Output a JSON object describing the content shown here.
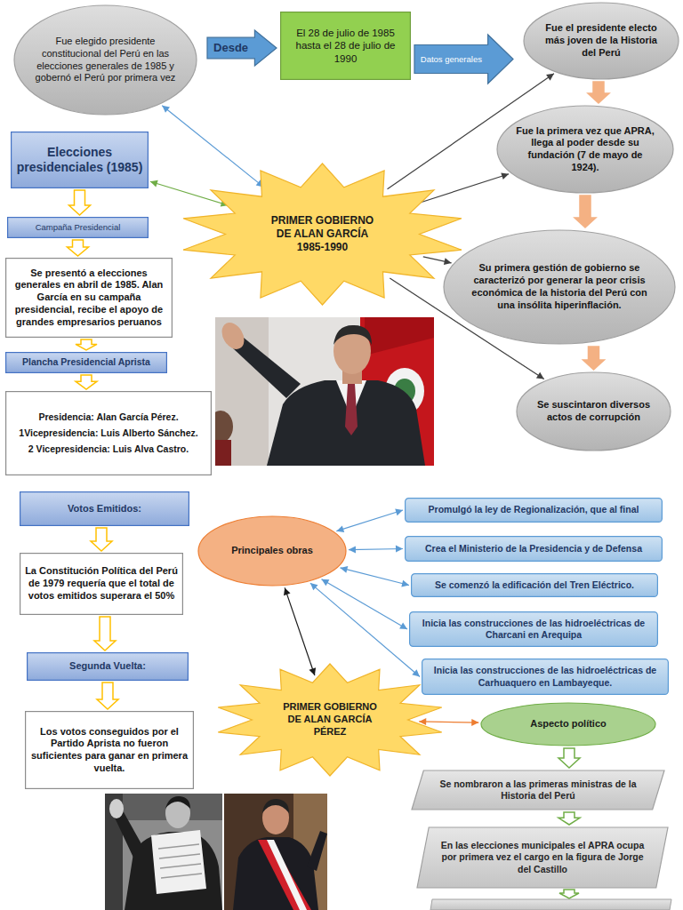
{
  "diagram": {
    "nodes": [
      {
        "text": [
          "Fue elegido presidente constitucional del Perú en las elecciones generales de 1985 y gobernó el Perú por primera vez"
        ]
      },
      {
        "text": [
          "Desde"
        ]
      },
      {
        "text": [
          "El 28 de julio de 1985 hasta el 28 de julio de 1990"
        ]
      },
      {
        "text": [
          "Datos generales"
        ]
      },
      {
        "text": [
          "Fue el presidente electo más joven de la Historia del Perú"
        ]
      },
      {
        "text": [
          "Fue la primera vez que APRA, llega al poder desde su fundación (7 de mayo de 1924)."
        ]
      },
      {
        "text": [
          "Elecciones presidenciales (1985)"
        ]
      },
      {
        "text": [
          "PRIMER GOBIERNO DE ALAN GARCÍA 1985-1990"
        ]
      },
      {
        "text": [
          "Campaña Presidencial"
        ]
      },
      {
        "text": [
          "Su primera gestión de gobierno se caracterizó por generar la peor crisis económica de la historia del Perú con una insólita hiperinflación."
        ]
      },
      {
        "text": [
          "Se presentó a elecciones generales en abril de 1985. Alan García en su campaña presidencial, recibe el apoyo de grandes empresarios peruanos"
        ]
      },
      {
        "text": [
          "Plancha Presidencial Aprista"
        ]
      },
      {
        "text": [
          "Presidencia: Alan García Pérez.",
          "1Vicepresidencia: Luis Alberto Sánchez.",
          "2 Vicepresidencia: Luis Alva Castro."
        ]
      },
      {
        "text": [
          "Se suscintaron diversos actos de corrupción"
        ]
      },
      {
        "text": [
          "Votos Emitidos:"
        ]
      },
      {
        "text": [
          "Principales obras"
        ]
      },
      {
        "text": [
          "Promulgó la ley de Regionalización, que al final"
        ]
      },
      {
        "text": [
          "Crea el Ministerio de la Presidencia y de Defensa"
        ]
      },
      {
        "text": [
          "La Constitución Política del Perú de 1979 requería que el total de votos emitidos superara el 50%"
        ]
      },
      {
        "text": [
          "Se comenzó la edificación del Tren Eléctrico."
        ]
      },
      {
        "text": [
          "Inicia las construcciones de las hidroeléctricas de Charcani en Arequipa"
        ]
      },
      {
        "text": [
          "Segunda Vuelta:"
        ]
      },
      {
        "text": [
          "Inicia las construcciones de las hidroeléctricas de Carhuaquero en Lambayeque."
        ]
      },
      {
        "text": [
          "PRIMER GOBIERNO DE ALAN GARCÍA PÉREZ"
        ]
      },
      {
        "text": [
          "Aspecto político"
        ]
      },
      {
        "text": [
          "Los votos conseguidos por el Partido Aprista no fueron suficientes para ganar en primera vuelta."
        ]
      },
      {
        "text": [
          "Se nombraron a las primeras ministras de la Historia del Perú"
        ]
      },
      {
        "text": [
          "En las elecciones municipales el APRA ocupa por primera vez el cargo en la figura de Jorge del Castillo"
        ]
      }
    ],
    "edges": [
      {
        "from": 4,
        "to": 5,
        "arrow": "to"
      },
      {
        "from": 5,
        "to": 9,
        "arrow": "to"
      },
      {
        "from": 9,
        "to": 13,
        "arrow": "to"
      },
      {
        "from": 0,
        "to": 7,
        "arrow": "both"
      },
      {
        "from": 7,
        "to": 6,
        "arrow": "both"
      },
      {
        "from": 7,
        "to": 4,
        "arrow": "to"
      },
      {
        "from": 7,
        "to": 5,
        "arrow": "to"
      },
      {
        "from": 7,
        "to": 9,
        "arrow": "to"
      },
      {
        "from": 7,
        "to": 13,
        "arrow": "to"
      },
      {
        "from": 6,
        "to": 8,
        "arrow": "to"
      },
      {
        "from": 8,
        "to": 10,
        "arrow": "to"
      },
      {
        "from": 10,
        "to": 11,
        "arrow": "to"
      },
      {
        "from": 11,
        "to": 12,
        "arrow": "to"
      },
      {
        "from": 14,
        "to": 18,
        "arrow": "to"
      },
      {
        "from": 18,
        "to": 21,
        "arrow": "to"
      },
      {
        "from": 21,
        "to": 25,
        "arrow": "to"
      },
      {
        "from": 15,
        "to": 16,
        "arrow": "both"
      },
      {
        "from": 15,
        "to": 17,
        "arrow": "both"
      },
      {
        "from": 15,
        "to": 19,
        "arrow": "both"
      },
      {
        "from": 15,
        "to": 20,
        "arrow": "both"
      },
      {
        "from": 15,
        "to": 22,
        "arrow": "both"
      },
      {
        "from": 15,
        "to": 23,
        "arrow": "both"
      },
      {
        "from": 23,
        "to": 24,
        "arrow": "both"
      },
      {
        "from": 24,
        "to": 26,
        "arrow": "to"
      },
      {
        "from": 26,
        "to": 27,
        "arrow": "to"
      }
    ]
  }
}
